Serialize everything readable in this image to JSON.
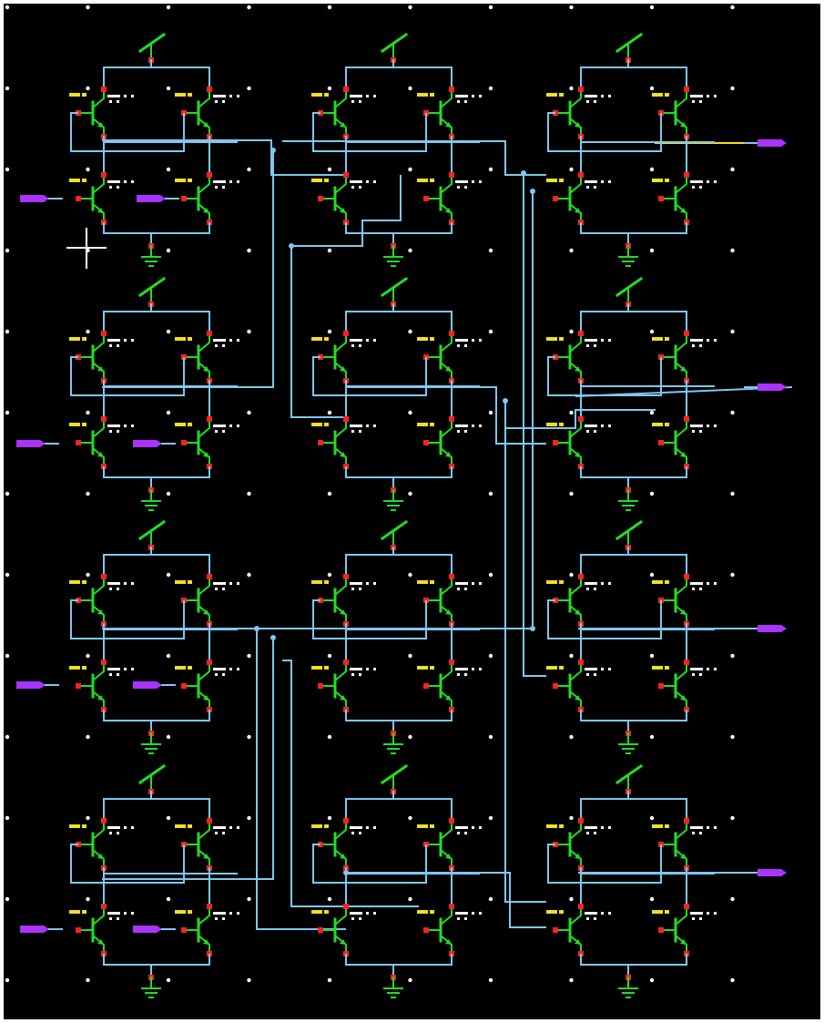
{
  "editor": {
    "name": "schematic-editor-canvas",
    "background": "#000000",
    "frame_color": "#ffffff"
  },
  "grid": {
    "visible": true,
    "dot_color": "#ffffff",
    "columns": 10,
    "rows": 13
  },
  "cursor": {
    "icon": "crosshair-cursor-icon",
    "color": "#ffffff"
  },
  "colors": {
    "wire": "#7ec8f0",
    "device": "#22dd22",
    "pin": "#ff2020",
    "label": "#f0e020",
    "property_text": "#ffffff",
    "port": "#aa33ff",
    "output_net": "#f0e020"
  },
  "layout": {
    "cell_columns": 3,
    "cell_rows": 4
  },
  "cells": {
    "count": 12,
    "transistors_per_cell": 4,
    "supply_icon": "vdd-supply-icon",
    "ground_icon": "ground-icon",
    "transistor_icon": "npn-transistor-icon"
  },
  "ports": {
    "inputs": 8,
    "outputs": 4,
    "icon": "pin-port-icon"
  }
}
